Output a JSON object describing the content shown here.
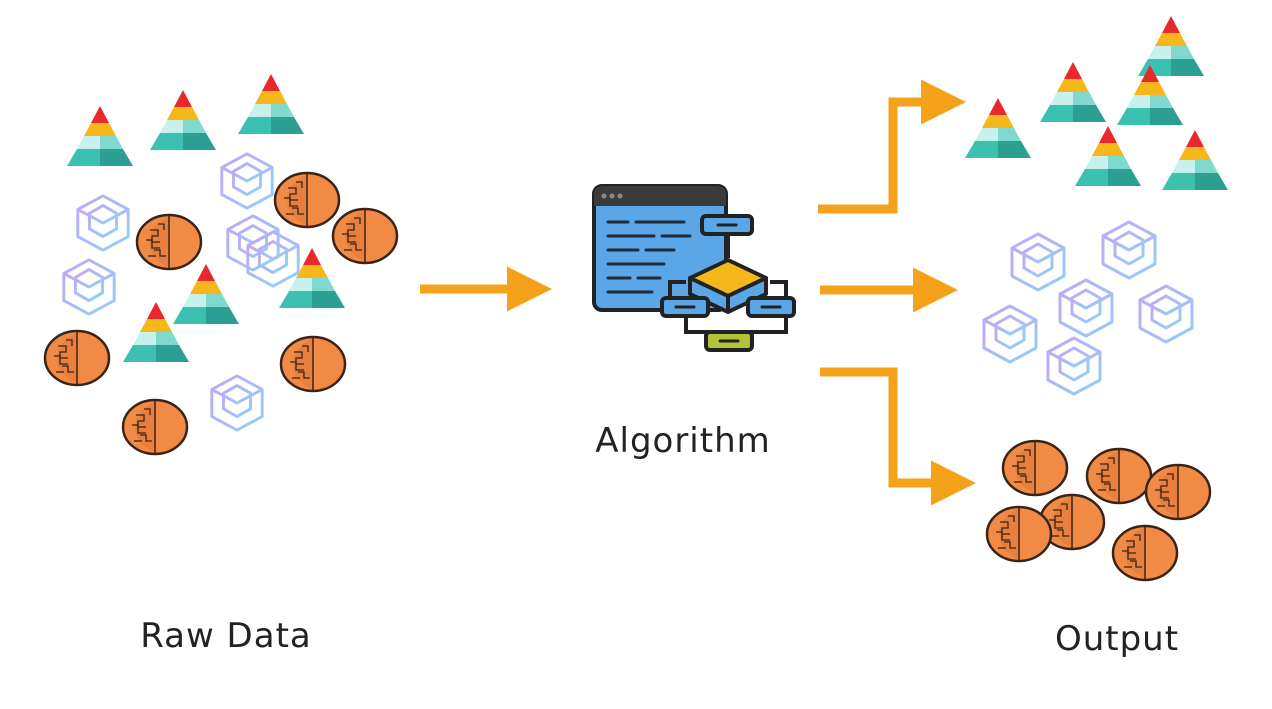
{
  "labels": {
    "raw_data": "Raw Data",
    "algorithm": "Algorithm",
    "output": "Output"
  },
  "groups": {
    "raw_data": {
      "items": [
        "pyramid-icon",
        "cube-icon",
        "coin-icon"
      ]
    },
    "output": {
      "items": [
        "pyramid-icon",
        "cube-icon",
        "coin-icon"
      ]
    }
  },
  "icons": {
    "pyramid": "pyramid-icon",
    "cube": "cube-icon",
    "coin": "coin-icon",
    "algorithm": "flowchart-window-icon",
    "arrow": "arrow-right-icon"
  },
  "colors": {
    "arrow": "#f5a21b",
    "pyramid_top": "#e8282a",
    "pyramid_upper": "#f6b71b",
    "pyramid_mid": "#a5e6df",
    "pyramid_base": "#2fb6a6",
    "cube_a": "#b7a6f5",
    "cube_b": "#9fd4f7",
    "coin_fill": "#f08a45",
    "coin_stroke": "#3a2418",
    "window_bg": "#5aa6e6",
    "window_bar": "#3a3a3a",
    "node_fill": "#5aa6e6",
    "node_accent": "#f6b71b",
    "node_green": "#b3c236",
    "text": "#222222"
  }
}
